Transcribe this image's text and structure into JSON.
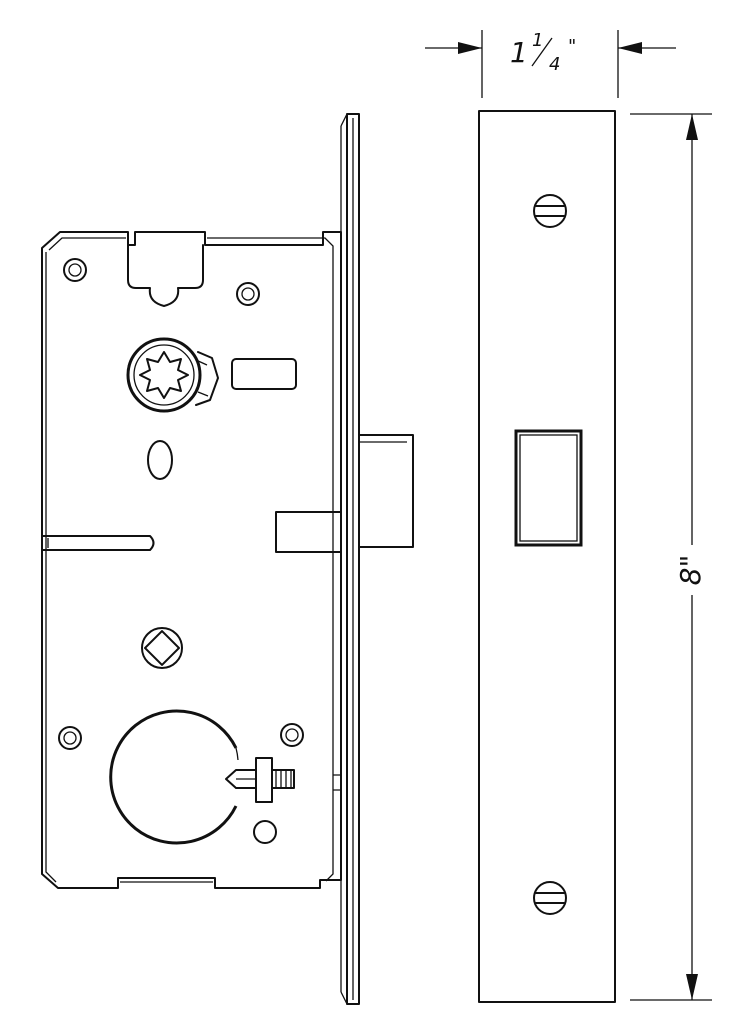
{
  "dimensions": {
    "width": {
      "whole": "1",
      "numerator": "1",
      "denominator": "4",
      "unit": "\""
    },
    "height": {
      "label": "8\""
    }
  },
  "colors": {
    "ink": "#111111",
    "paper": "#ffffff"
  }
}
